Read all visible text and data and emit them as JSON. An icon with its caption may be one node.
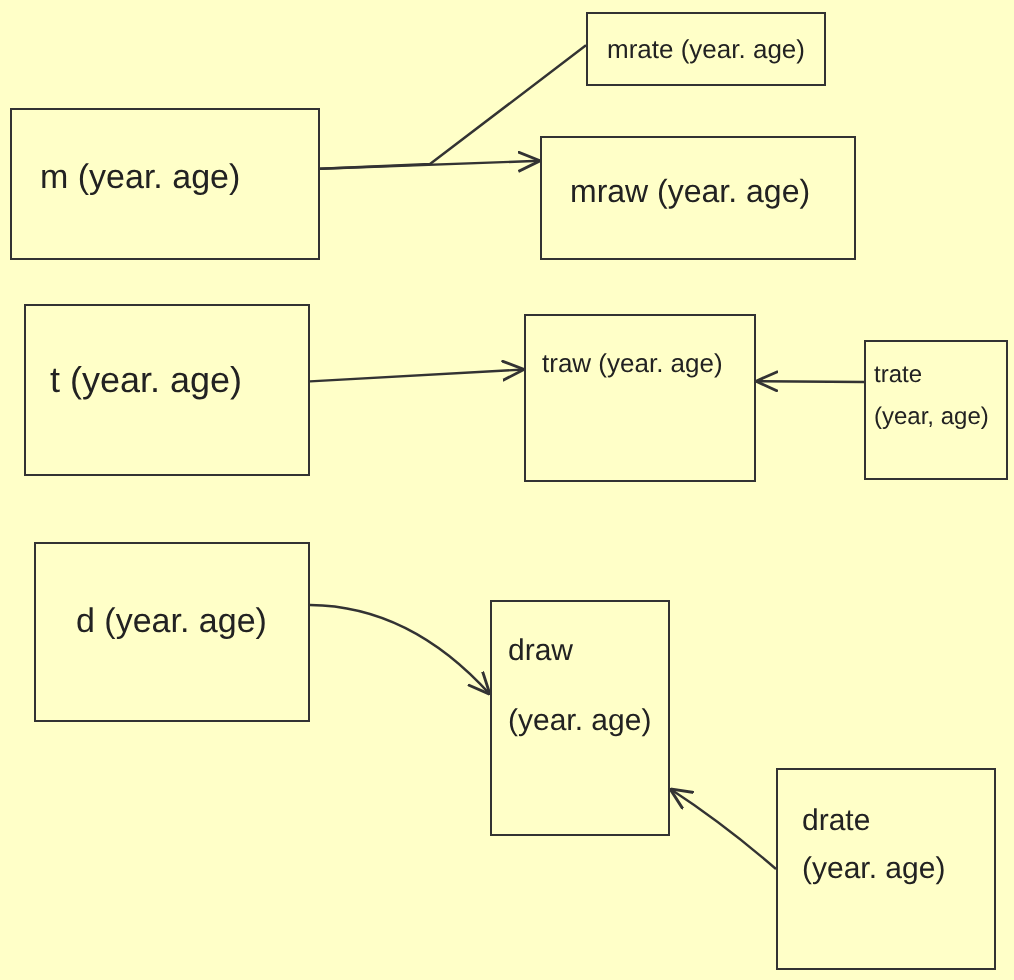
{
  "diagram": {
    "nodes": [
      {
        "text": [
          "m (year. age)"
        ]
      },
      {
        "text": [
          "mrate (year. age)"
        ]
      },
      {
        "text": [
          "mraw (year. age)"
        ]
      },
      {
        "text": [
          "t (year. age)"
        ]
      },
      {
        "text": [
          "traw (year. age)"
        ]
      },
      {
        "text": [
          "trate (year, age)"
        ]
      },
      {
        "text": [
          "d (year. age)"
        ]
      },
      {
        "text": [
          "draw (year. age)"
        ]
      },
      {
        "text": [
          "drate (year. age)"
        ]
      }
    ],
    "edges": [
      {
        "from": 0,
        "to": 1,
        "arrow": "none"
      },
      {
        "from": 0,
        "to": 2,
        "arrow": "to"
      },
      {
        "from": 3,
        "to": 4,
        "arrow": "to"
      },
      {
        "from": 5,
        "to": 4,
        "arrow": "to"
      },
      {
        "from": 6,
        "to": 7,
        "arrow": "to"
      },
      {
        "from": 8,
        "to": 7,
        "arrow": "to"
      }
    ]
  }
}
